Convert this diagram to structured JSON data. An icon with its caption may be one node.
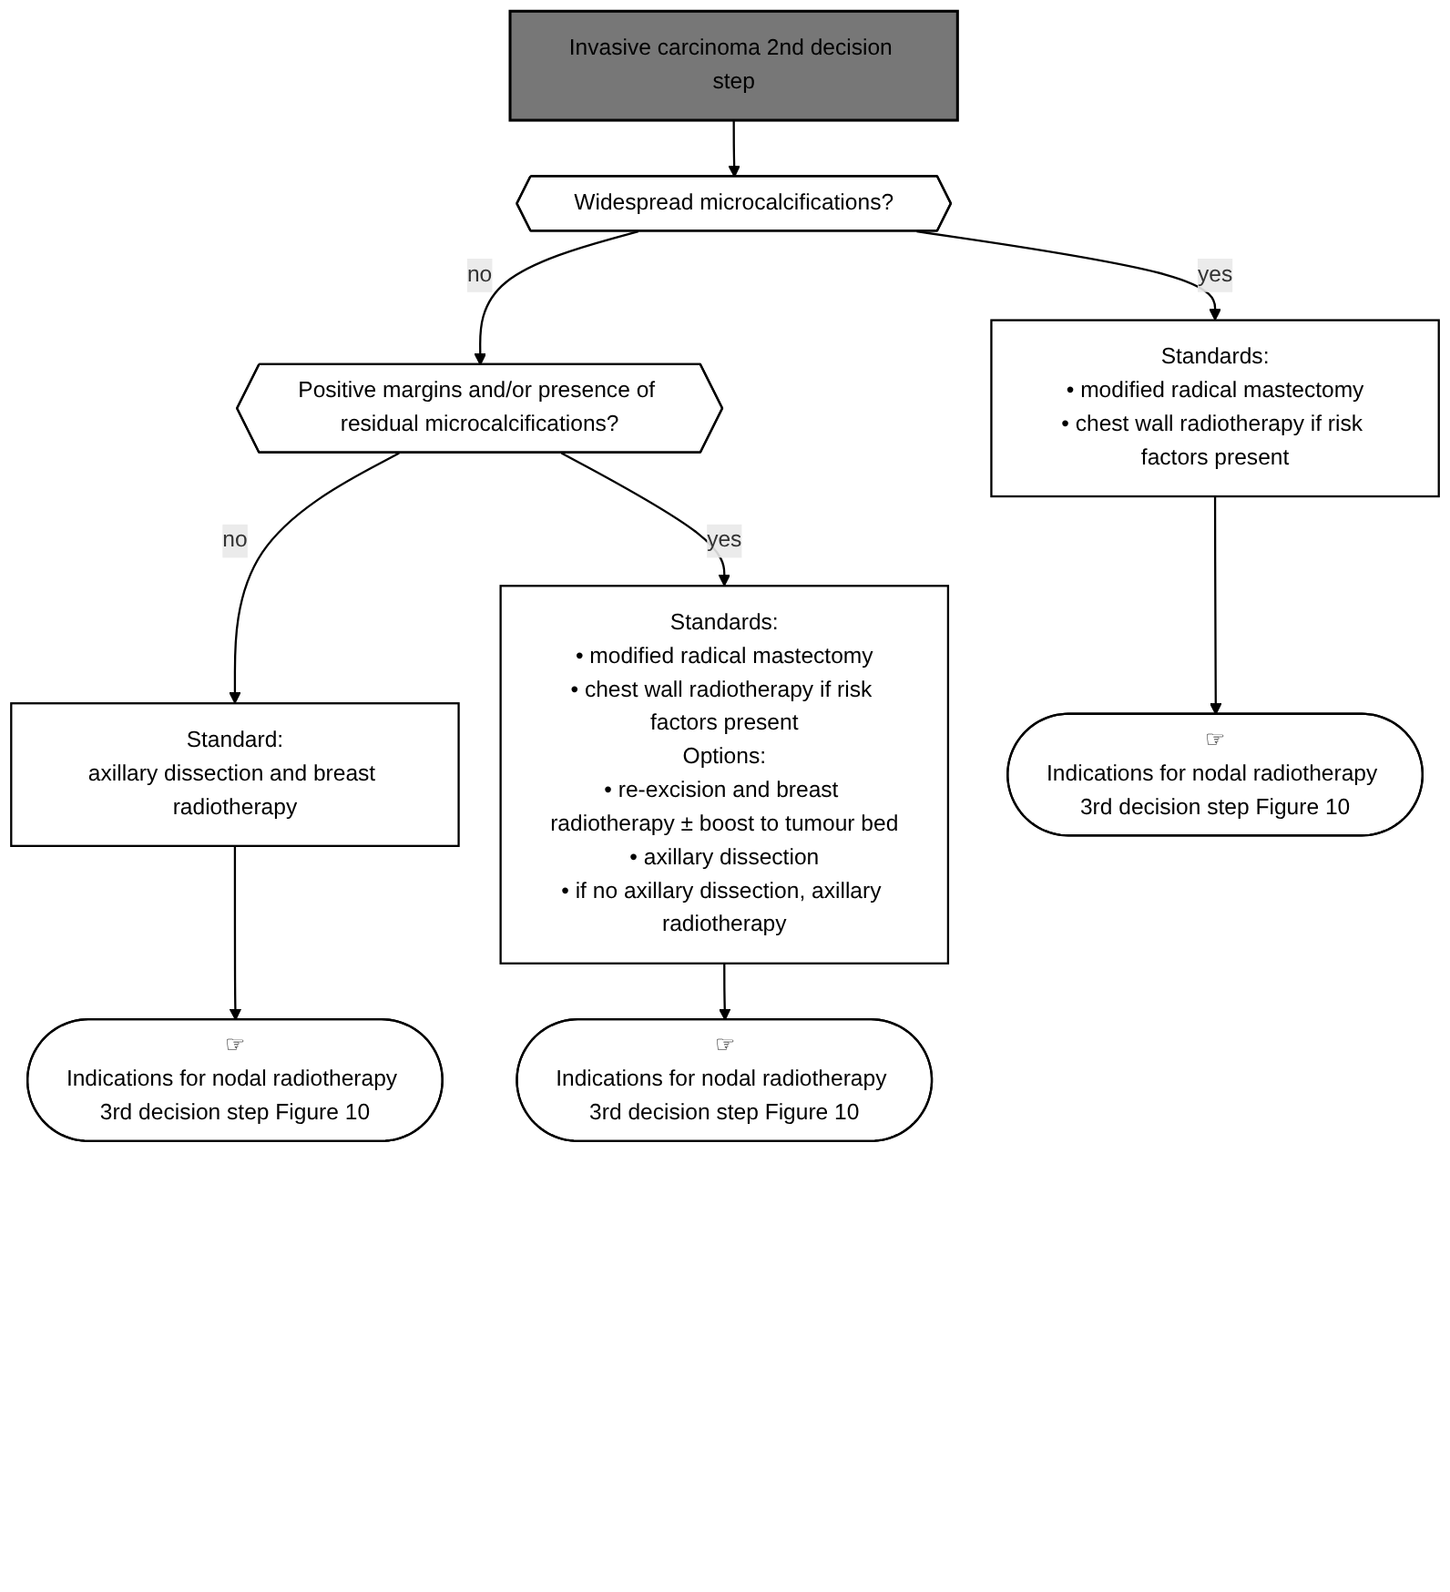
{
  "diagram": {
    "nodes": [
      {
        "text": [
          "Invasive carcinoma 2nd decision step"
        ]
      },
      {
        "text": [
          "Widespread microcalcifications?"
        ]
      },
      {
        "text": [
          "Standards:",
          "• modified radical mastectomy",
          "• chest wall radiotherapy if risk factors present"
        ]
      },
      {
        "text": [
          "Positive margins and/or presence of residual microcalcifications?"
        ]
      },
      {
        "text": [
          "Standard:",
          "axillary dissection and breast radiotherapy"
        ]
      },
      {
        "text": [
          "Standards:",
          "• modified radical mastectomy",
          "• chest wall radiotherapy if risk factors present",
          "Options:",
          "• re-excision and breast radiotherapy ± boost to tumour bed",
          "• axillary dissection",
          "• if no axillary dissection, axillary radiotherapy"
        ]
      },
      {
        "text": [
          "☞",
          "Indications for nodal radiotherapy 3rd decision step Figure 10"
        ]
      },
      {
        "text": [
          "☞",
          "Indications for nodal radiotherapy 3rd decision step Figure 10"
        ]
      },
      {
        "text": [
          "☞",
          "Indications for nodal radiotherapy 3rd decision step Figure 10"
        ]
      }
    ],
    "edges": [
      {
        "from": 0,
        "to": 1,
        "arrow": "to"
      },
      {
        "from": 1,
        "to": 2,
        "arrow": "to",
        "label": "yes"
      },
      {
        "from": 1,
        "to": 3,
        "arrow": "to",
        "label": "no"
      },
      {
        "from": 3,
        "to": 4,
        "arrow": "to",
        "label": "no"
      },
      {
        "from": 3,
        "to": 5,
        "arrow": "to",
        "label": "yes"
      },
      {
        "from": 2,
        "to": 6,
        "arrow": "to"
      },
      {
        "from": 4,
        "to": 7,
        "arrow": "to"
      },
      {
        "from": 5,
        "to": 8,
        "arrow": "to"
      }
    ]
  }
}
